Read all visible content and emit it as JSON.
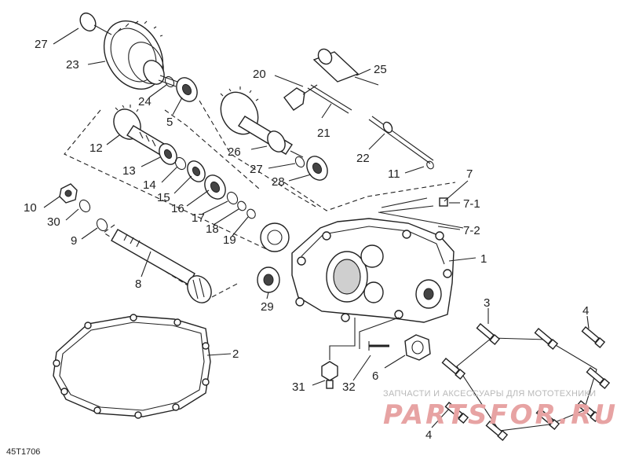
{
  "diagram": {
    "catalog_code": "45T1706",
    "watermark": {
      "caption": "ЗАПЧАСТИ И АКСЕССУАРЫ ДЛЯ МОТОТЕХНИКИ",
      "brand": "PARTSFOR.RU"
    },
    "callouts": [
      {
        "id": "l1",
        "text": "1"
      },
      {
        "id": "l2",
        "text": "2"
      },
      {
        "id": "l3",
        "text": "3"
      },
      {
        "id": "l4a",
        "text": "4"
      },
      {
        "id": "l4b",
        "text": "4"
      },
      {
        "id": "l5",
        "text": "5"
      },
      {
        "id": "l6",
        "text": "6"
      },
      {
        "id": "l7",
        "text": "7"
      },
      {
        "id": "l71",
        "text": "7-1"
      },
      {
        "id": "l72",
        "text": "7-2"
      },
      {
        "id": "l8",
        "text": "8"
      },
      {
        "id": "l9",
        "text": "9"
      },
      {
        "id": "l10",
        "text": "10"
      },
      {
        "id": "l11",
        "text": "11"
      },
      {
        "id": "l12",
        "text": "12"
      },
      {
        "id": "l13",
        "text": "13"
      },
      {
        "id": "l14",
        "text": "14"
      },
      {
        "id": "l15",
        "text": "15"
      },
      {
        "id": "l16",
        "text": "16"
      },
      {
        "id": "l17",
        "text": "17"
      },
      {
        "id": "l18",
        "text": "18"
      },
      {
        "id": "l19",
        "text": "19"
      },
      {
        "id": "l20",
        "text": "20"
      },
      {
        "id": "l21",
        "text": "21"
      },
      {
        "id": "l22",
        "text": "22"
      },
      {
        "id": "l23",
        "text": "23"
      },
      {
        "id": "l24",
        "text": "24"
      },
      {
        "id": "l25",
        "text": "25"
      },
      {
        "id": "l26",
        "text": "26"
      },
      {
        "id": "l27a",
        "text": "27"
      },
      {
        "id": "l27b",
        "text": "27"
      },
      {
        "id": "l28",
        "text": "28"
      },
      {
        "id": "l29",
        "text": "29"
      },
      {
        "id": "l30",
        "text": "30"
      },
      {
        "id": "l31",
        "text": "31"
      },
      {
        "id": "l32",
        "text": "32"
      }
    ]
  }
}
